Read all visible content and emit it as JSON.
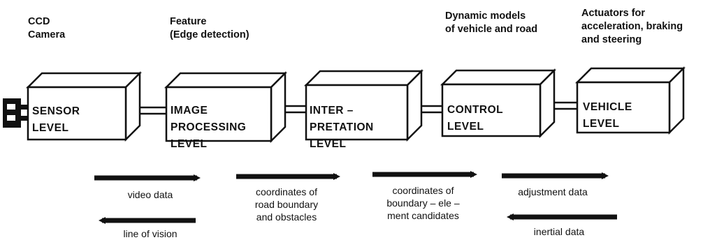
{
  "top_labels": {
    "camera": "CCD\nCamera",
    "feature": "Feature\n(Edge detection)",
    "models": "Dynamic models\nof vehicle and road",
    "actuators": "Actuators for\nacceleration, braking\nand steering"
  },
  "boxes": [
    {
      "label": "SENSOR\nLEVEL"
    },
    {
      "label": "IMAGE\nPROCESSING\nLEVEL"
    },
    {
      "label": "INTER –\nPRETATION\nLEVEL"
    },
    {
      "label": "CONTROL\nLEVEL"
    },
    {
      "label": "VEHICLE\nLEVEL"
    }
  ],
  "flows": {
    "video_data": "video data",
    "line_of_vision": "line of vision",
    "road_coordinates": "coordinates of\nroad boundary\nand obstacles",
    "boundary_coordinates": "coordinates of\nboundary – ele –\nment candidates",
    "adjustment_data": "adjustment data",
    "inertial_data": "inertial data"
  },
  "colors": {
    "ink": "#111111",
    "box_fill": "#ffffff"
  }
}
